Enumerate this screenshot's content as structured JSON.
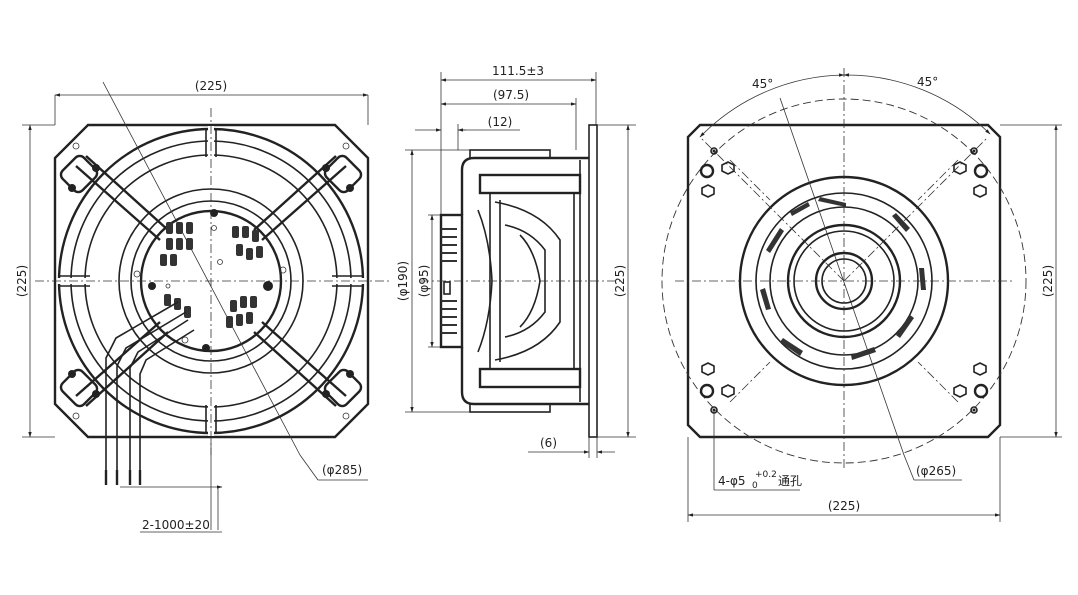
{
  "front_view": {
    "width_label": "(225)",
    "height_label": "(225)",
    "fan_diameter_label": "(φ285)",
    "lead_label": "2-1000±20"
  },
  "side_view": {
    "overall_depth_label": "111.5±3",
    "body_depth_label": "(97.5)",
    "hub_depth_label": "(12)",
    "outer_diameter_label": "(φ190)",
    "hub_diameter_label": "(φ95)",
    "height_label": "(225)",
    "flange_thickness_label": "(6)"
  },
  "rear_view": {
    "angle_left_label": "45°",
    "angle_right_label": "45°",
    "height_label": "(225)",
    "width_label": "(225)",
    "hole_label_prefix": "4-φ5",
    "hole_tolerance_upper": "+0.2",
    "hole_tolerance_lower": "0",
    "hole_label_suffix": "通孔",
    "impeller_diameter_label": "(φ265)"
  }
}
